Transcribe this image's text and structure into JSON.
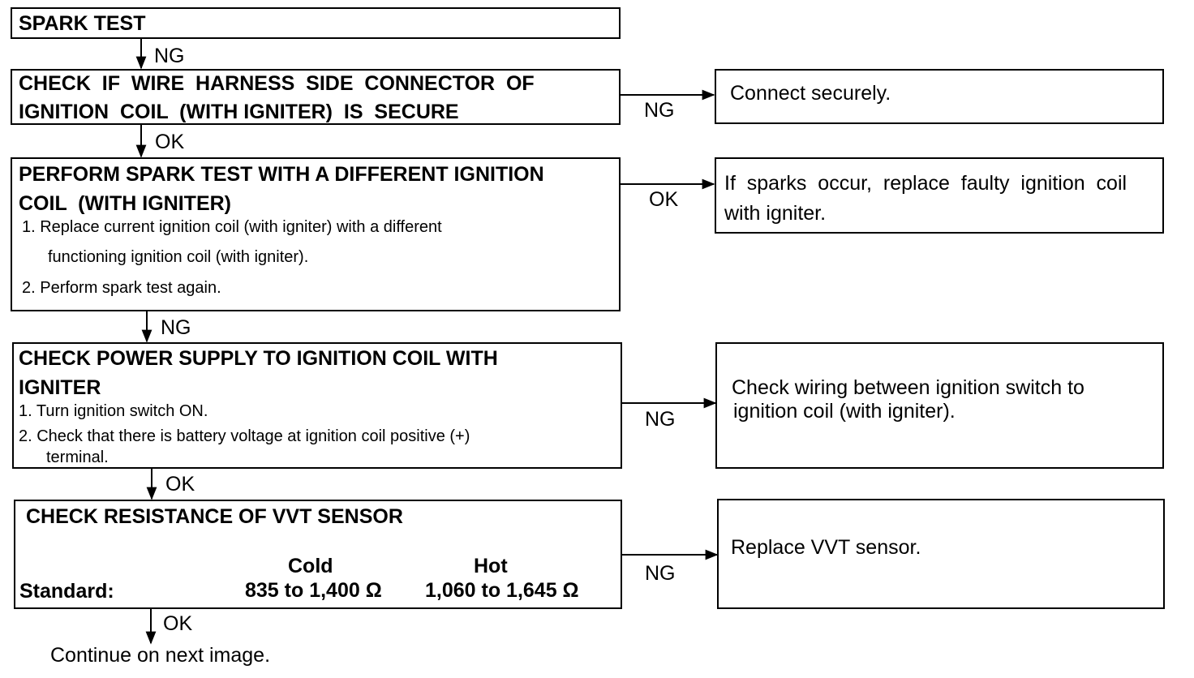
{
  "steps": [
    {
      "title": "SPARK TEST"
    },
    {
      "title_lines": [
        "CHECK  IF  WIRE  HARNESS  SIDE  CONNECTOR  OF",
        "IGNITION  COIL  (WITH IGNITER)  IS  SECURE"
      ]
    },
    {
      "title_lines": [
        "PERFORM SPARK TEST WITH A DIFFERENT IGNITION",
        "COIL  (WITH IGNITER)"
      ],
      "items": [
        "1. Replace current ignition coil (with igniter) with a different",
        "functioning ignition coil (with igniter).",
        "2. Perform spark test again."
      ]
    },
    {
      "title_lines": [
        "CHECK POWER SUPPLY TO IGNITION COIL WITH",
        "IGNITER"
      ],
      "items": [
        "1. Turn ignition switch ON.",
        "2. Check that there is battery voltage at ignition coil positive (+)",
        "terminal."
      ]
    },
    {
      "title": "CHECK RESISTANCE OF VVT SENSOR",
      "table": {
        "col_cold": "Cold",
        "col_hot": "Hot",
        "row_label": "Standard:",
        "cold_value": "835 to 1,400 Ω",
        "hot_value": "1,060 to 1,645 Ω"
      }
    }
  ],
  "results": [
    {
      "lines": [
        "Connect securely."
      ]
    },
    {
      "lines": [
        "If  sparks  occur,  replace  faulty  ignition  coil",
        "with igniter."
      ]
    },
    {
      "lines": [
        "Check wiring between ignition switch to",
        "ignition coil (with igniter)."
      ]
    },
    {
      "lines": [
        "Replace VVT sensor."
      ]
    }
  ],
  "labels": {
    "down1": "NG",
    "down2": "OK",
    "down3": "NG",
    "down4": "OK",
    "down5": "OK",
    "side1": "NG",
    "side2": "OK",
    "side3": "NG",
    "side4": "NG"
  },
  "continue_text": "Continue on next image."
}
